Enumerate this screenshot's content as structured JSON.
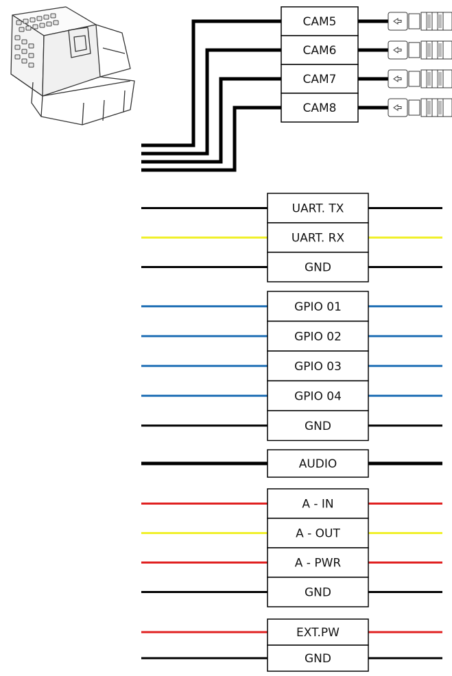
{
  "cameras": [
    {
      "label": "CAM5"
    },
    {
      "label": "CAM6"
    },
    {
      "label": "CAM7"
    },
    {
      "label": "CAM8"
    }
  ],
  "groups": [
    {
      "id": "uart",
      "heavy": false,
      "rows": [
        {
          "label": "UART. TX",
          "color": "#000000"
        },
        {
          "label": "UART. RX",
          "color": "#f0f02a"
        },
        {
          "label": "GND",
          "color": "#000000"
        }
      ]
    },
    {
      "id": "gpio",
      "heavy": false,
      "rows": [
        {
          "label": "GPIO 01",
          "color": "#1f6fb5"
        },
        {
          "label": "GPIO 02",
          "color": "#1f6fb5"
        },
        {
          "label": "GPIO 03",
          "color": "#1f6fb5"
        },
        {
          "label": "GPIO 04",
          "color": "#1f6fb5"
        },
        {
          "label": "GND",
          "color": "#000000"
        }
      ]
    },
    {
      "id": "audio",
      "heavy": true,
      "rows": [
        {
          "label": "AUDIO",
          "color": "#000000"
        }
      ]
    },
    {
      "id": "analog",
      "heavy": false,
      "rows": [
        {
          "label": "A - IN",
          "color": "#e02020"
        },
        {
          "label": "A - OUT",
          "color": "#f0f02a"
        },
        {
          "label": "A - PWR",
          "color": "#e02020"
        },
        {
          "label": "GND",
          "color": "#000000"
        }
      ]
    },
    {
      "id": "ext-power",
      "heavy": false,
      "rows": [
        {
          "label": "EXT.PW",
          "color": "#e02020"
        },
        {
          "label": "GND",
          "color": "#000000"
        }
      ]
    }
  ]
}
